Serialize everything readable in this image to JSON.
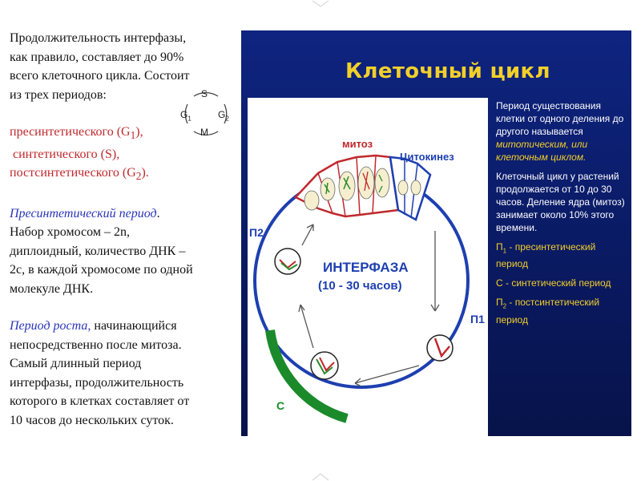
{
  "left_text": {
    "para1_lines": [
      "Продолжительность интерфазы,",
      "как правило, составляет до 90%",
      "всего клеточного цикла. Состоит",
      "из трех периодов:"
    ],
    "periods": {
      "g1_text": "пресинтетического (G",
      "g1_sub": "1",
      "g1_end": "),",
      "s_text": " синтетического (S),",
      "g2_text": "постсинтетического (G",
      "g2_sub": "2",
      "g2_end": ")."
    },
    "presynth": {
      "heading": "Пресинтетический период",
      "heading_end": ".",
      "lines": [
        "Набор хромосом – 2n,",
        "диплоидный, количество ДНК –",
        "2с, в каждой хромосоме по одной",
        "молекуле ДНК."
      ]
    },
    "growth": {
      "heading": "Период роста,",
      "line1_rest": " начинающийся",
      "lines": [
        "непосредственно после митоза.",
        "Самый длинный период",
        "интерфазы, продолжительность",
        "которого в клетках составляет от",
        "10 часов до нескольких суток."
      ]
    }
  },
  "mini_cycle": {
    "s": "S",
    "g1": "G",
    "g1_sub": "1",
    "g2": "G",
    "g2_sub": "2",
    "m": "M"
  },
  "panel": {
    "title": "Клеточный цикл",
    "diagram": {
      "mitosis": "митоз",
      "cytokinesis": "Цитокинез",
      "interphase": "ИНТЕРФАЗА",
      "duration": "(10 - 30 часов)",
      "p2": "П2",
      "p1": "П1",
      "s": "С"
    },
    "info": {
      "p1": "Период существования клетки от одного деления до другого называется",
      "p1_highlight": "митотическим, или клеточным циклом.",
      "p2": "Клеточный цикл у растений продолжается от 10 до 30 часов. Деление ядра (митоз) занимает около 10% этого времени.",
      "p3_label": "П",
      "p3_sub": "1",
      "p3_text": " -  пресинтетический период",
      "p4": "С - синтетический период",
      "p5_label": "П",
      "p5_sub": "2",
      "p5_text": " -  постсинтетический период"
    }
  },
  "colors": {
    "red_text": "#c0282d",
    "blue_italic": "#2a35b8",
    "panel_bg": "#0e2480",
    "title_yellow": "#f3cf2a",
    "diagram_blue": "#1d3fb0",
    "s_green": "#1a8a2a",
    "mitosis_red": "#c0282d"
  }
}
